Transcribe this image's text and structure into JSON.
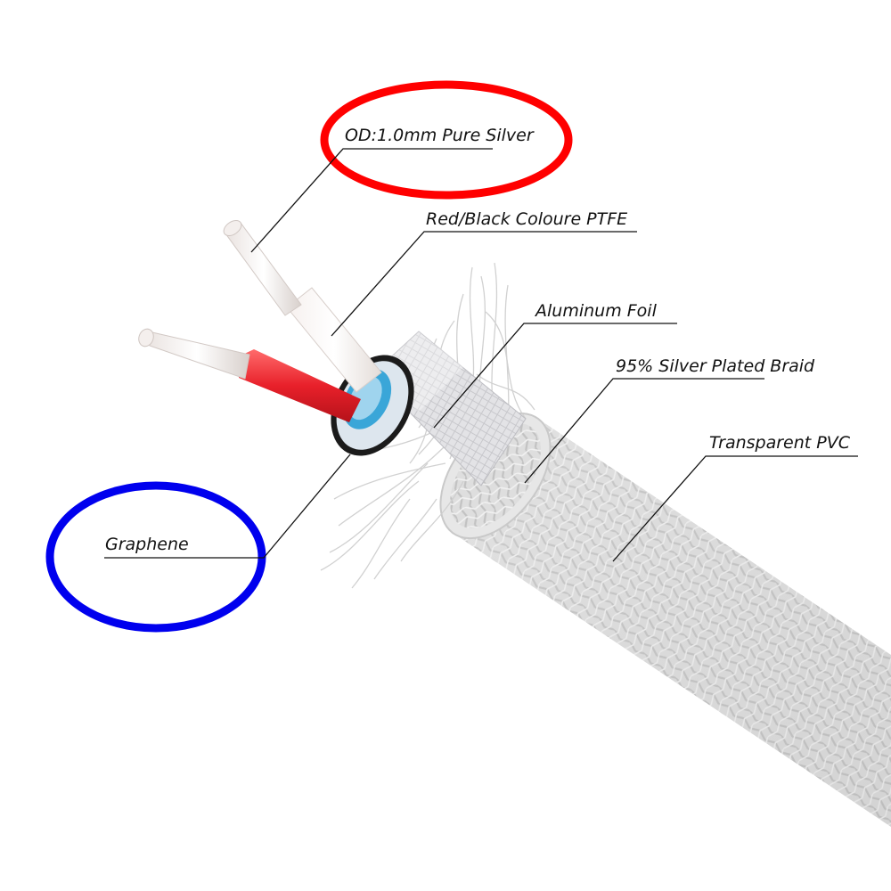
{
  "labels": {
    "conductor": "OD:1.0mm Pure Silver",
    "insulation": "Red/Black Coloure PTFE",
    "foil": "Aluminum Foil",
    "braid": "95% Silver Plated Braid",
    "jacket": "Transparent PVC",
    "graphene": "Graphene"
  },
  "colors": {
    "highlight_top": "#ff0000",
    "highlight_bottom": "#0000ee",
    "red_insulation": "#e8202a",
    "graphene_layer": "#3aa6d8",
    "braid": "#d9d9d9",
    "leader_line": "#111111"
  }
}
